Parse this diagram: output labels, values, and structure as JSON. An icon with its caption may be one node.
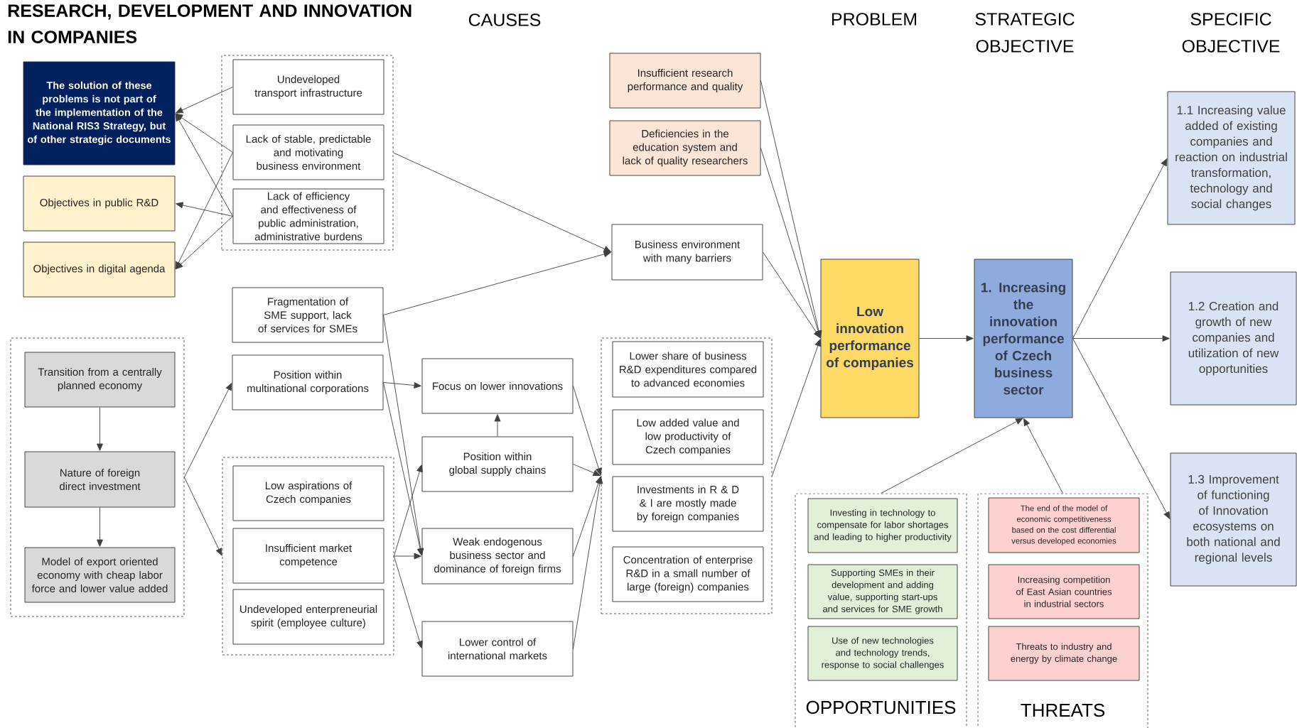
{
  "diagram": {
    "title": "RESEARCH, DEVELOPMENT AND INNOVATION IN COMPANIES",
    "nodes": [
      {
        "text": [
          "The solution of these problems is not part of the implementation of the National RIS3 Strategy, but of other strategic documents"
        ]
      },
      {
        "text": [
          "Objectives in public R&D"
        ]
      },
      {
        "text": [
          "Objectives in digital agenda"
        ]
      },
      {
        "text": [],
        "shape": "box"
      },
      {
        "text": [
          "Undeveloped transport infrastructure"
        ],
        "in": 3
      },
      {
        "text": [
          "Lack of stable, predictable and motivating business environment"
        ],
        "in": 3
      },
      {
        "text": [
          "Lack of efficiency and effectiveness of public administration, administrative burdens"
        ],
        "in": 3
      },
      {
        "text": [
          "Insufficient research performance and quality"
        ]
      },
      {
        "text": [
          "Deficiencies in the education system and lack of quality researchers"
        ]
      },
      {
        "text": [
          "Business environment with many barriers"
        ]
      },
      {
        "text": [
          "Fragmentation of SME support, lack of services for SMEs"
        ]
      },
      {
        "text": [],
        "shape": "box"
      },
      {
        "text": [
          "Transition from a centrally planned economy"
        ],
        "in": 11
      },
      {
        "text": [
          "Nature of foreign direct investment"
        ],
        "in": 11
      },
      {
        "text": [
          "Model of export oriented economy with cheap labor force and lower value added"
        ],
        "in": 11
      },
      {
        "text": [
          "Position within multinational corporations"
        ]
      },
      {
        "text": [
          "Focus on lower innovations"
        ]
      },
      {
        "text": [],
        "shape": "box"
      },
      {
        "text": [
          "Lower share of business R&D expenditures compared to advanced economies"
        ],
        "in": 17
      },
      {
        "text": [
          "Low added value and low productivity of Czech companies"
        ],
        "in": 17
      },
      {
        "text": [
          "Investments in R & D & I are mostly made by foreign companies"
        ],
        "in": 17
      },
      {
        "text": [
          "Concentration of enterprise R&D in a small number of large (foreign) companies"
        ],
        "in": 17
      },
      {
        "text": [
          "Low innovation performance of companies"
        ]
      },
      {
        "text": [
          "1. Increasing the innovation performance of Czech business sector"
        ]
      },
      {
        "text": [
          "1.1 Increasing value added of existing companies and reaction on industrial transformation, technology and social changes"
        ]
      },
      {
        "text": [
          "1.2 Creation and growth of new companies and utilization of new opportunities"
        ]
      },
      {
        "text": [
          "Position within global supply chains"
        ]
      },
      {
        "text": [],
        "shape": "box"
      },
      {
        "text": [
          "Low aspirations of Czech companies"
        ],
        "in": 27
      },
      {
        "text": [
          "Insufficient market competence"
        ],
        "in": 27
      },
      {
        "text": [
          "Undeveloped enterpreneurial spirit (employee culture)"
        ],
        "in": 27
      },
      {
        "text": [
          "Weak endogenous business sector and dominance of foreign firms"
        ]
      },
      {
        "text": [
          "Lower control of international markets"
        ]
      },
      {
        "text": [
          "OPPORTUNITIES"
        ]
      },
      {
        "text": [
          "Investing in technology to compensate for labor shortages and leading to higher productivity"
        ],
        "in": 33
      },
      {
        "text": [
          "Supporting SMEs in their development and adding value, supporting start-ups and services for SME growth"
        ],
        "in": 33
      },
      {
        "text": [
          "Use of new technologies and technology trends, response to social challenges"
        ],
        "in": 33
      },
      {
        "text": [
          "THREATS"
        ]
      },
      {
        "text": [
          "The end of the model of economic competitiveness based on the cost differential versus developed economies"
        ],
        "in": 37
      },
      {
        "text": [
          "Increasing competition of East Asian countries in industrial sectors"
        ],
        "in": 37
      },
      {
        "text": [
          "Threats to industry and energy by climate change"
        ],
        "in": 37
      },
      {
        "text": [
          "1.3 Improvement of functioning of Innovation ecosystems on both national and regional levels"
        ]
      }
    ],
    "edges": [
      {
        "from": 4,
        "to": 0,
        "arrow": "to"
      },
      {
        "from": 5,
        "to": 0,
        "arrow": "to"
      },
      {
        "from": 6,
        "to": 0,
        "arrow": "to"
      },
      {
        "from": 6,
        "to": 1,
        "arrow": "to"
      },
      {
        "from": 6,
        "to": 2,
        "arrow": "to"
      },
      {
        "from": 5,
        "to": 2,
        "arrow": "to"
      },
      {
        "from": 3,
        "to": 9,
        "arrow": "to"
      },
      {
        "from": 10,
        "to": 9,
        "arrow": "to"
      },
      {
        "from": 9,
        "to": 22,
        "arrow": "to"
      },
      {
        "from": 7,
        "to": 22,
        "arrow": "to"
      },
      {
        "from": 8,
        "to": 22,
        "arrow": "to"
      },
      {
        "from": 17,
        "to": 22,
        "arrow": "to"
      },
      {
        "from": 22,
        "to": 23,
        "arrow": "to"
      },
      {
        "from": 23,
        "to": 24,
        "arrow": "to"
      },
      {
        "from": 23,
        "to": 25,
        "arrow": "to"
      },
      {
        "from": 23,
        "to": 41,
        "arrow": "to"
      },
      {
        "from": 33,
        "to": 23,
        "arrow": "to"
      },
      {
        "from": 37,
        "to": 23,
        "arrow": "to"
      },
      {
        "from": 11,
        "to": 15,
        "arrow": "to"
      },
      {
        "from": 11,
        "to": 27,
        "arrow": "to"
      },
      {
        "from": 12,
        "to": 13,
        "arrow": "to"
      },
      {
        "from": 13,
        "to": 14,
        "arrow": "to"
      },
      {
        "from": 15,
        "to": 16,
        "arrow": "to"
      },
      {
        "from": 15,
        "to": 31,
        "arrow": "to"
      },
      {
        "from": 10,
        "to": 31,
        "arrow": "to"
      },
      {
        "from": 26,
        "to": 16,
        "arrow": "to"
      },
      {
        "from": 27,
        "to": 26,
        "arrow": "to"
      },
      {
        "from": 27,
        "to": 31,
        "arrow": "to"
      },
      {
        "from": 27,
        "to": 32,
        "arrow": "to"
      },
      {
        "from": 16,
        "to": 17,
        "arrow": "to"
      },
      {
        "from": 26,
        "to": 17,
        "arrow": "to"
      },
      {
        "from": 31,
        "to": 17,
        "arrow": "to"
      },
      {
        "from": 32,
        "to": 17,
        "arrow": "to"
      }
    ],
    "labels": [
      "CAUSES",
      "PROBLEM",
      "STRATEGIC OBJECTIVE",
      "SPECIFIC OBJECTIVE"
    ]
  }
}
